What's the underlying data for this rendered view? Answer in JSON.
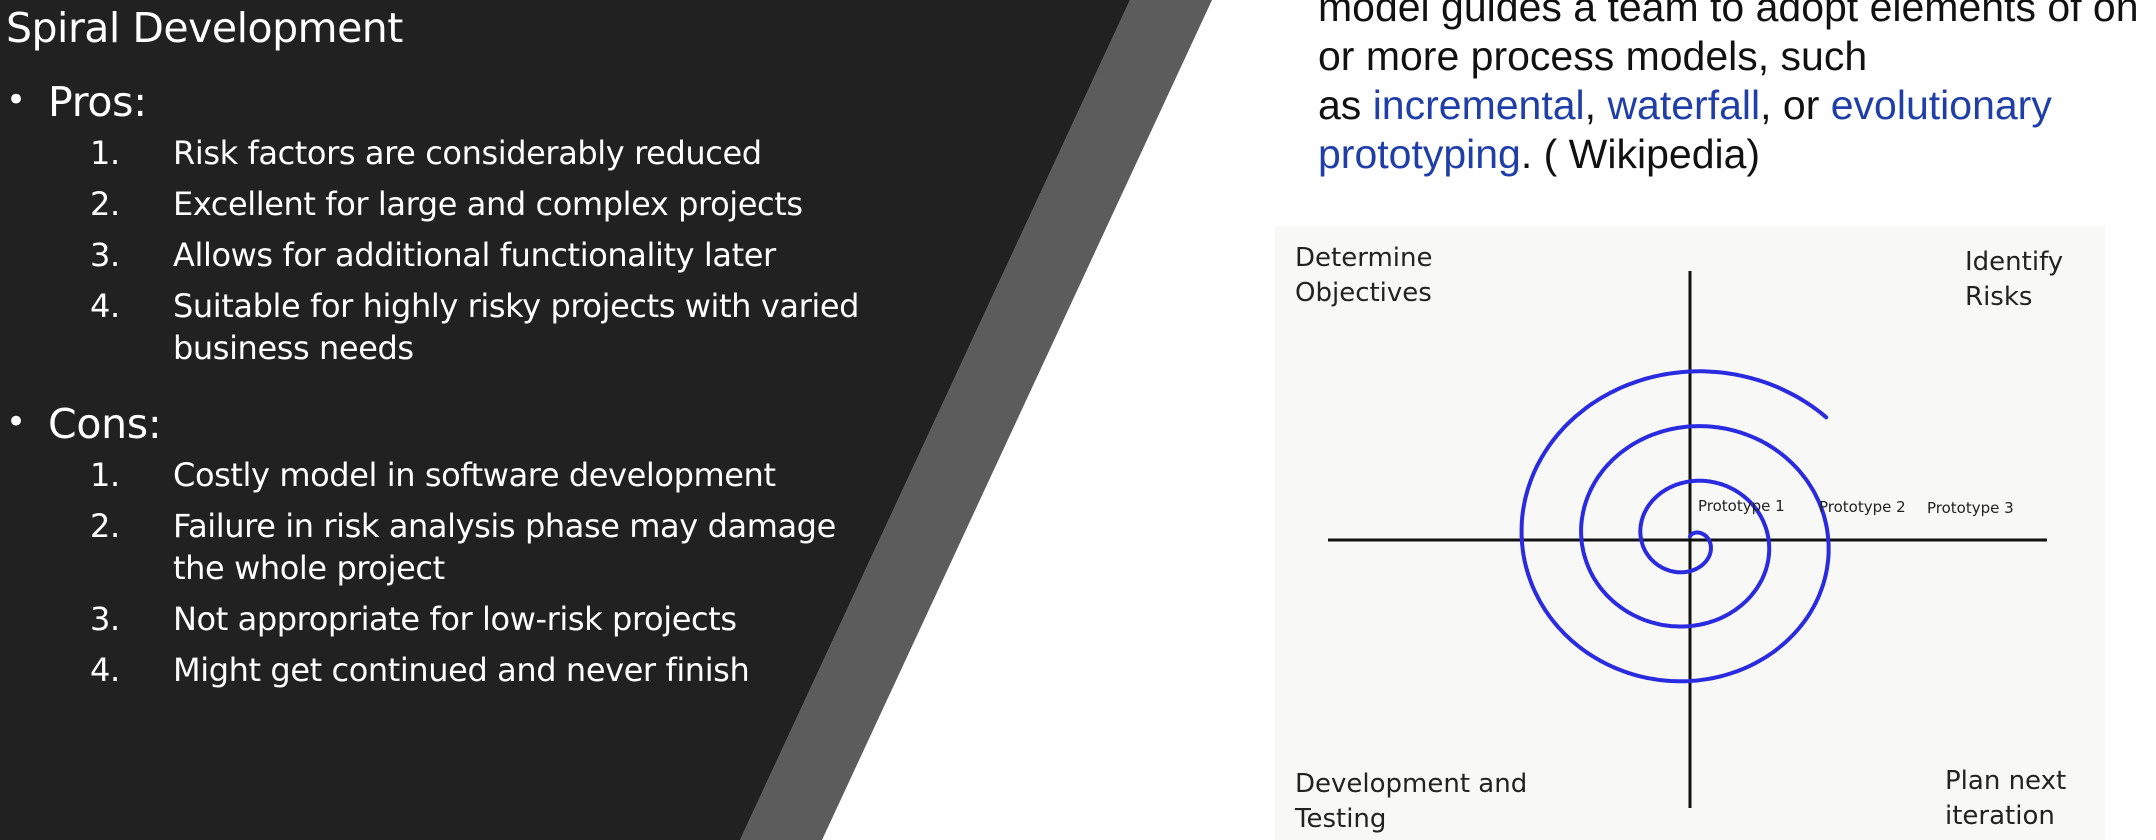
{
  "slide": {
    "title": "Spiral Development",
    "pros": {
      "bullet": "•",
      "label": "Pros:",
      "items": [
        {
          "num": "1.",
          "text": "Risk factors are considerably reduced"
        },
        {
          "num": "2.",
          "text": "Excellent for large and complex projects"
        },
        {
          "num": "3.",
          "text": "Allows for additional functionality later"
        },
        {
          "num": "4.",
          "text": "Suitable for highly risky projects with varied business needs"
        }
      ]
    },
    "cons": {
      "bullet": "•",
      "label": "Cons:",
      "items": [
        {
          "num": "1.",
          "text": "Costly model in software development"
        },
        {
          "num": "2.",
          "text": "Failure in risk analysis phase may damage the whole project"
        },
        {
          "num": "3.",
          "text": "Not appropriate for low-risk projects"
        },
        {
          "num": "4.",
          "text": "Might get continued and never finish"
        }
      ]
    }
  },
  "description": {
    "line1": "model guides a team to adopt elements of on",
    "line2": "or more process models, such",
    "as": "as ",
    "link_incremental": "incremental",
    "comma1": ", ",
    "link_waterfall": "waterfall",
    "or": ", or ",
    "link_evolutionary_1": "evolutionary",
    "link_evolutionary_2": "prototyping",
    "source": ". ( Wikipedia)"
  },
  "diagram": {
    "top_left": "Determine\nObjectives",
    "top_right": "Identify\nRisks",
    "bottom_left": "Development and\nTesting",
    "bottom_right": "Plan next\niteration",
    "prototype_1": "Prototype 1",
    "prototype_2": "Prototype 2",
    "prototype_3": "Prototype 3"
  },
  "colors": {
    "left_panel": "#212121",
    "stripe": "#5c5c5c",
    "link": "#1f3ea8",
    "spiral": "#2a2ae0",
    "axes": "#111111"
  }
}
